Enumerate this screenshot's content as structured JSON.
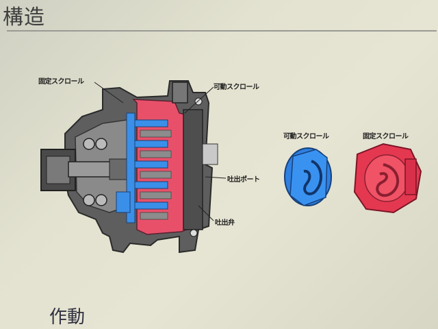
{
  "page": {
    "heading": "構造",
    "section_heading": "作動"
  },
  "labels": {
    "fixed_scroll": "固定スクロール",
    "orbiting_scroll": "可動スクロール",
    "discharge_port": "吐出ポート",
    "discharge_valve": "吐出弁",
    "orbiting_scroll_part": "可動スクロール",
    "fixed_scroll_part": "固定スクロール"
  },
  "colors": {
    "fixed_scroll": "#e8506a",
    "orbiting_scroll": "#3a8fe8",
    "housing": "#5a5a5a"
  }
}
